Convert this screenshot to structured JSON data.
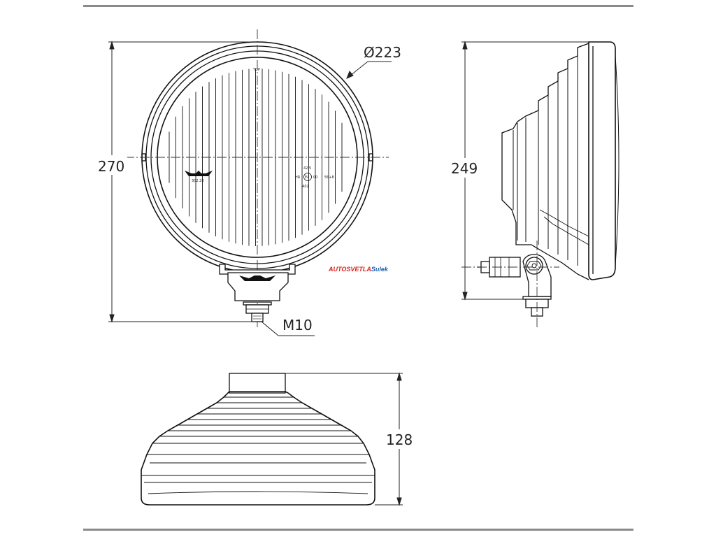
{
  "dimensions": {
    "diameter": "Ø223",
    "total_height": "270",
    "side_height": "249",
    "thread": "M10",
    "depth": "128"
  },
  "lens_markings": {
    "top": "TOP",
    "code_left": "302.28",
    "value_top": "42,5",
    "hr": "HR",
    "emark": "E4",
    "num_00": "00",
    "num_right": "56+8",
    "a02": "A02"
  },
  "watermark": {
    "part1": "AUTOSVETLA",
    "part2": "Sulek",
    "color1": "#d9231d",
    "color2": "#1a5fb4"
  },
  "colors": {
    "line": "#111111",
    "frame": "#8a8a8a"
  }
}
